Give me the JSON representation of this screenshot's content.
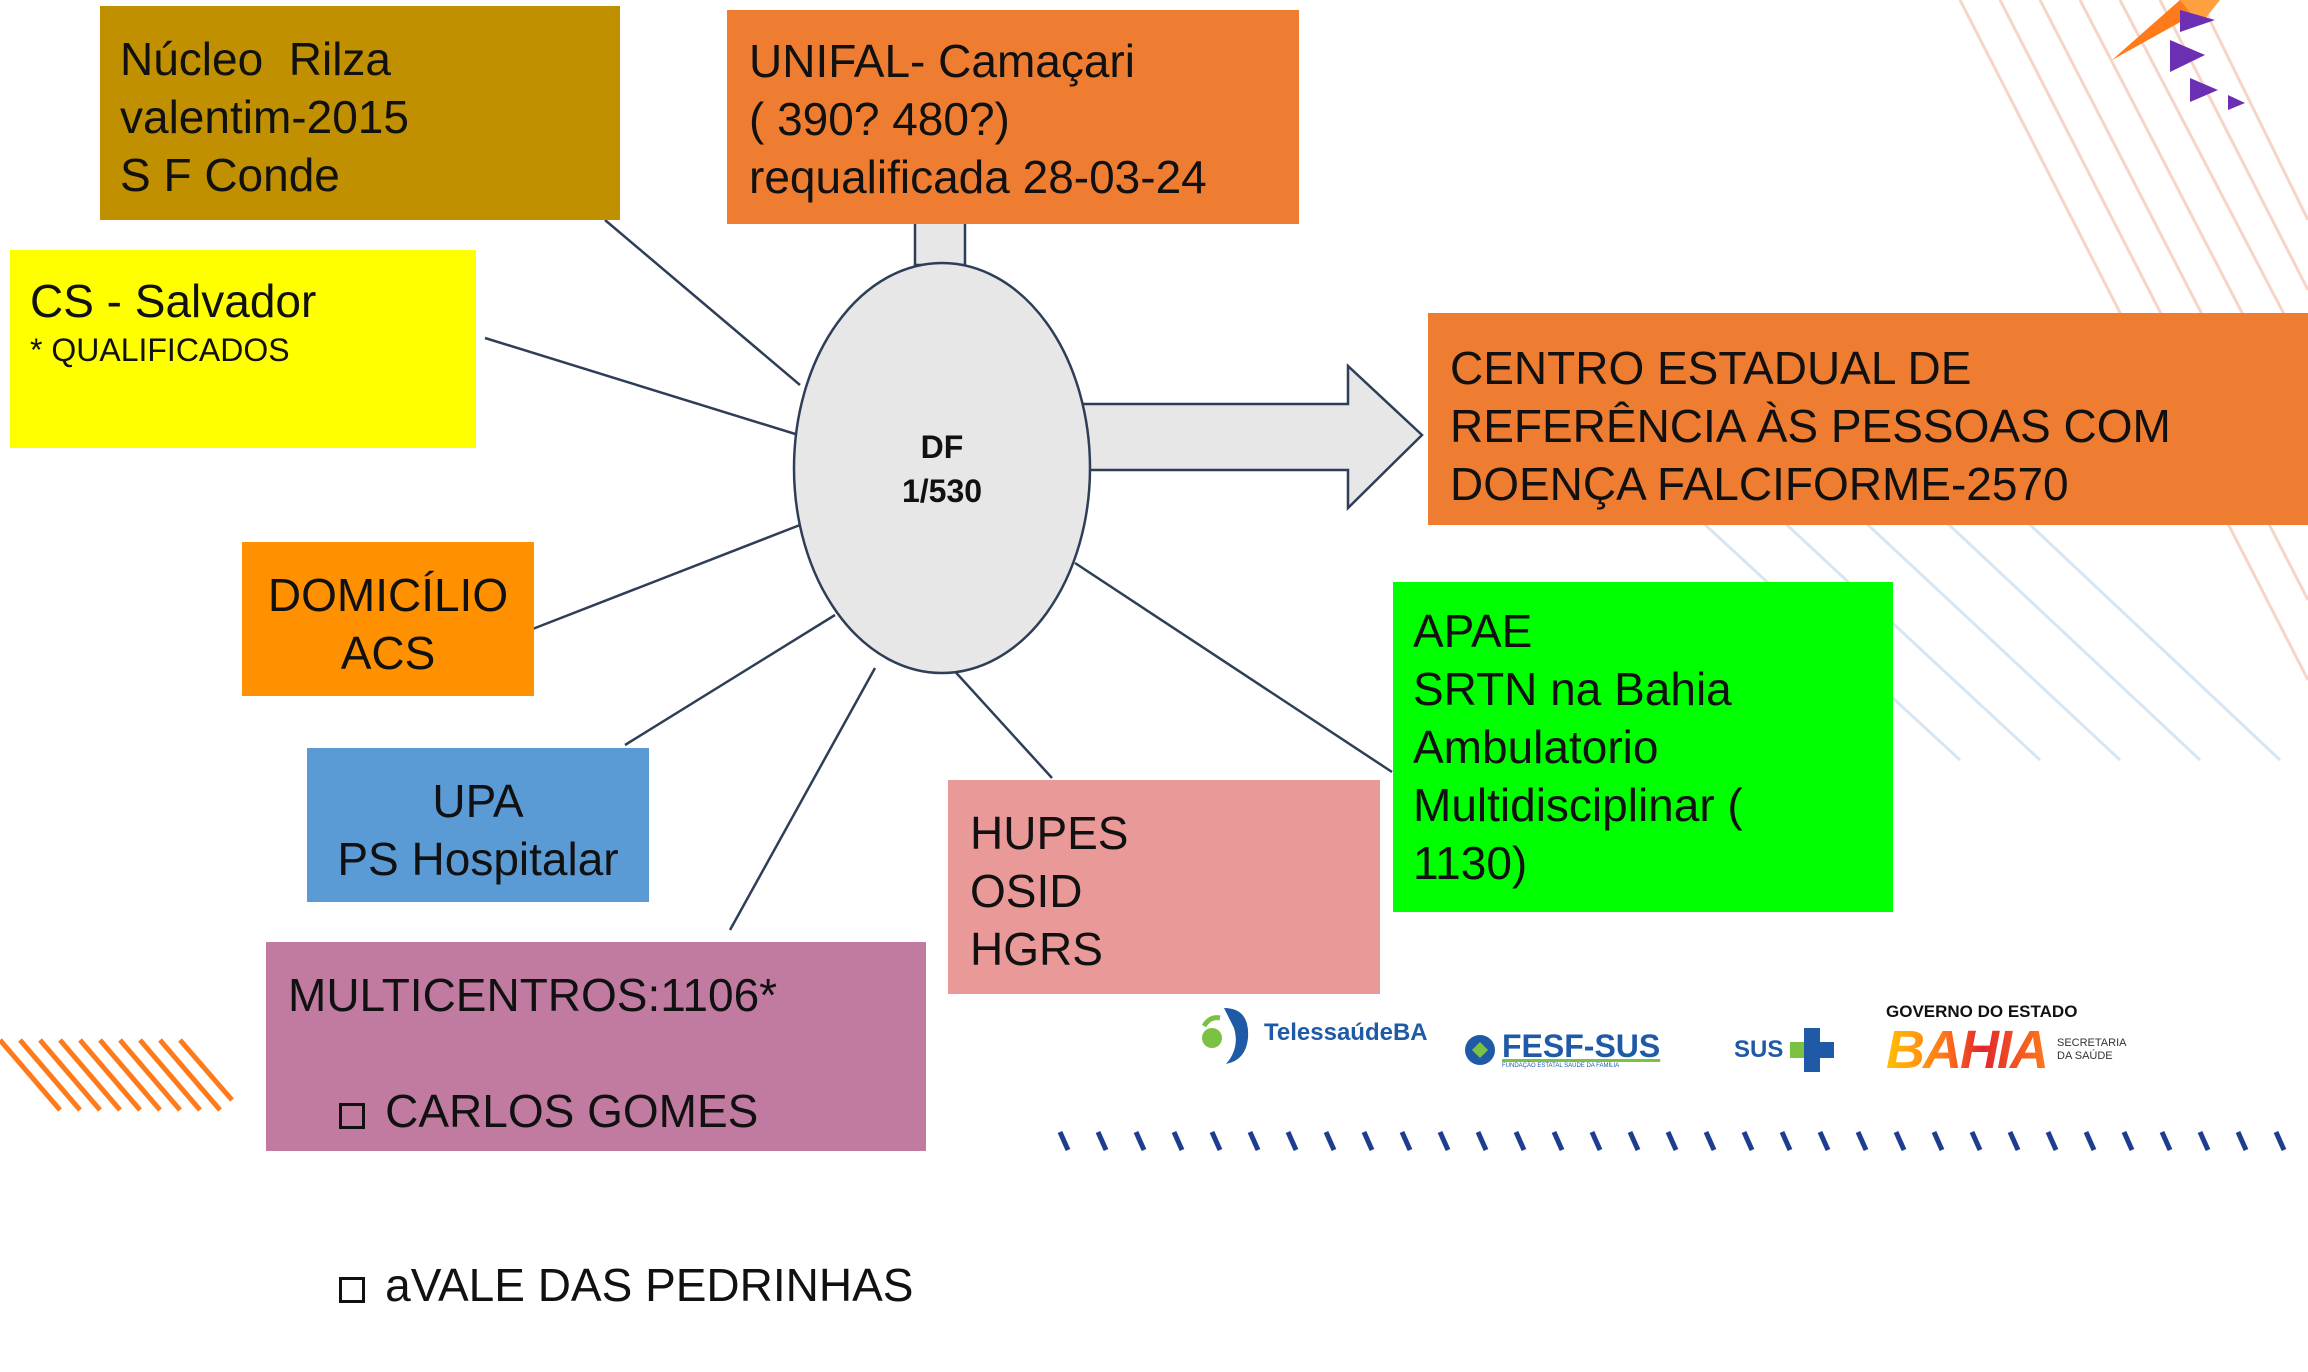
{
  "center_node": {
    "line1": "DF",
    "line2": "1/530"
  },
  "boxes": {
    "rilza": {
      "lines": [
        "Núcleo  Rilza",
        "valentim-2015",
        "S F Conde"
      ],
      "color": "#c09000"
    },
    "unifal": {
      "lines": [
        "UNIFAL- Camaçari",
        "( 390? 480?)",
        "requalificada 28-03-24"
      ],
      "color": "#ee7d31"
    },
    "cs": {
      "line1": "CS - Salvador",
      "line2": "* QUALIFICADOS",
      "color": "#ffff00"
    },
    "centro": {
      "lines": [
        "CENTRO ESTADUAL DE",
        "REFERÊNCIA ÀS PESSOAS COM",
        "DOENÇA FALCIFORME-2570"
      ],
      "color": "#ee7d31"
    },
    "domicilio": {
      "lines": [
        "DOMICÍLIO",
        "ACS"
      ],
      "color": "#ff9000"
    },
    "upa": {
      "lines": [
        "UPA",
        "PS Hospitalar"
      ],
      "color": "#5b9bd5"
    },
    "multicentros": {
      "title": "MULTICENTROS:1106*",
      "items": [
        "CARLOS GOMES",
        "aVALE DAS PEDRINHAS"
      ],
      "color": "#c27ba0"
    },
    "hupes": {
      "lines": [
        "HUPES",
        "OSID",
        "HGRS"
      ],
      "color": "#ea9999"
    },
    "apae": {
      "lines": [
        "APAE",
        "SRTN na Bahia",
        "Ambulatorio",
        "Multidisciplinar (",
        "1130)"
      ],
      "color": "#00ff00"
    }
  },
  "logos": {
    "telessaude": "TelessaúdeBA",
    "fesf": "FESF-SUS",
    "fesf_sub": "FUNDAÇÃO ESTATAL SAÚDE DA FAMÍLIA",
    "sus": "SUS",
    "gov_top": "GOVERNO DO ESTADO",
    "gov_main": "BAHIA",
    "gov_side1": "SECRETARIA",
    "gov_side2": "DA SAÚDE"
  },
  "colors": {
    "ellipse_fill": "#e7e7e7",
    "line": "#2f3e57",
    "accent_purple": "#6a2fb3",
    "accent_orange": "#ff7a1a"
  }
}
